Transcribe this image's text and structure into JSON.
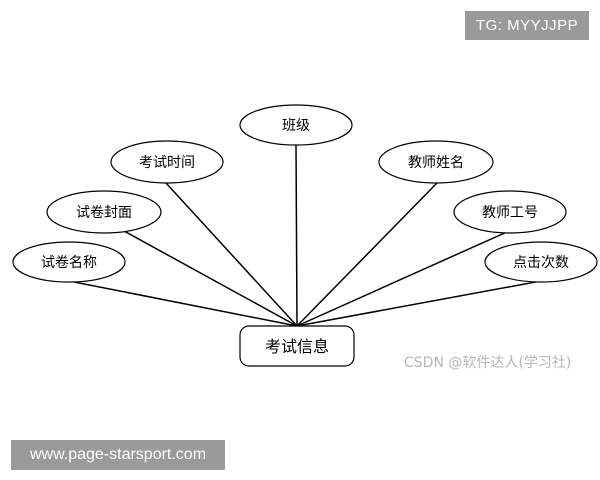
{
  "badge": {
    "text": "TG: MYYJJPP"
  },
  "url_bar": {
    "text": "www.page-starsport.com"
  },
  "watermark": {
    "text": "CSDN @软件达人(学习社)"
  },
  "entity": {
    "label": "考试信息"
  },
  "attributes": [
    {
      "id": "juanming",
      "label": "试卷名称"
    },
    {
      "id": "fengmian",
      "label": "试卷封面"
    },
    {
      "id": "shijian",
      "label": "考试时间"
    },
    {
      "id": "banji",
      "label": "班级"
    },
    {
      "id": "jiaoshi",
      "label": "教师姓名"
    },
    {
      "id": "gonghao",
      "label": "教师工号"
    },
    {
      "id": "dianji",
      "label": "点击次数"
    }
  ],
  "colors": {
    "badge_bg": "#9a9a9a",
    "line": "#000000",
    "watermark": "#b5b5b5"
  }
}
